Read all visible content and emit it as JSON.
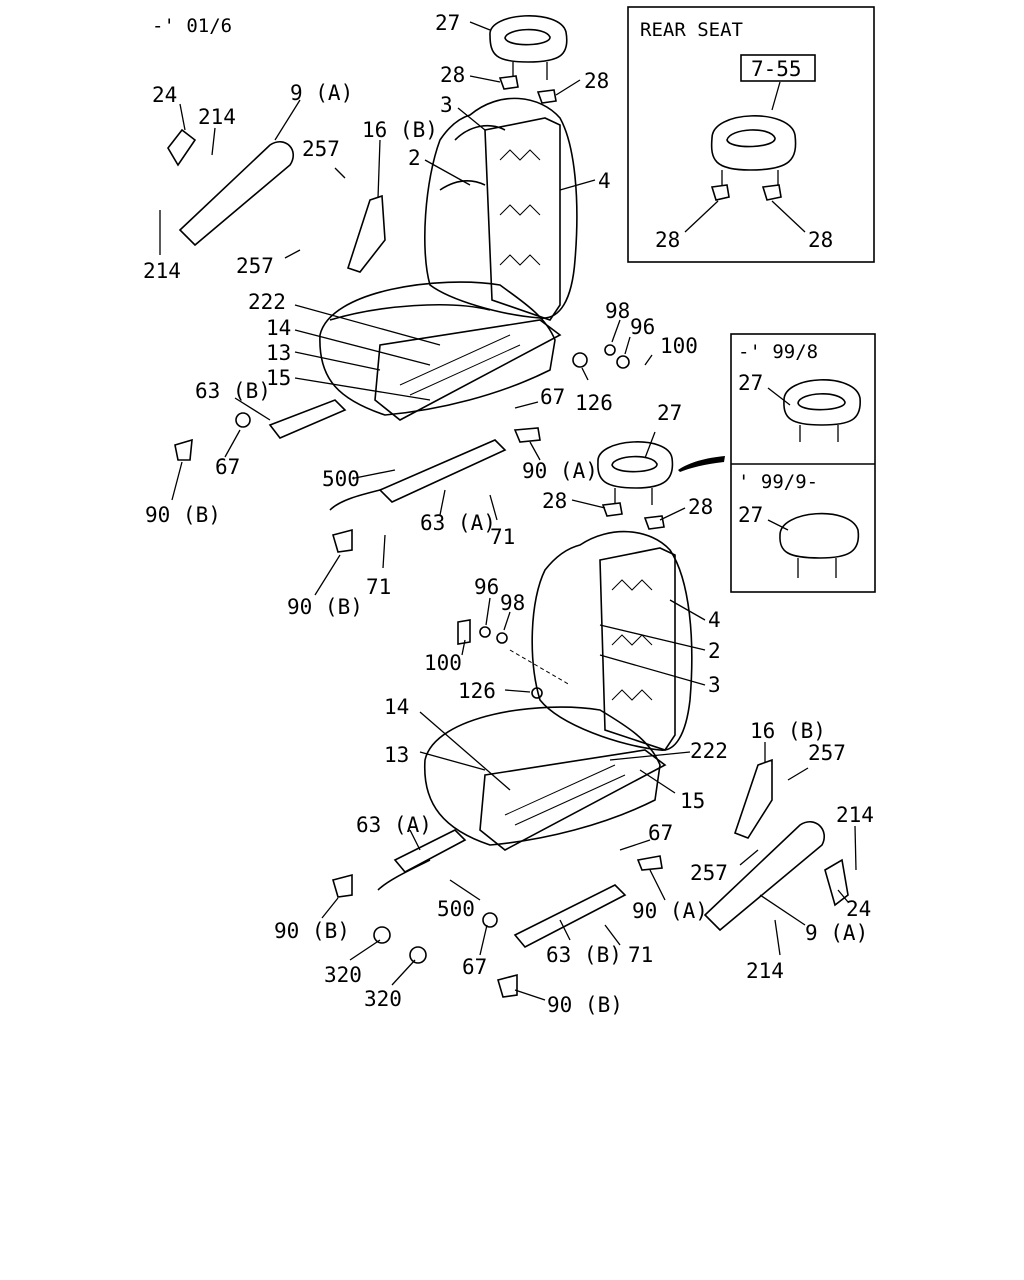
{
  "header": {
    "date_code": "-' 01/6"
  },
  "rear_seat_box": {
    "title": "REAR SEAT",
    "ref": "7-55",
    "labels": [
      "28",
      "28"
    ]
  },
  "inset_box": {
    "top_code": "-' 99/8",
    "top_label": "27",
    "bottom_code": "' 99/9-",
    "bottom_label": "27"
  },
  "callouts": {
    "c27a": "27",
    "c28a": "28",
    "c28b": "28",
    "c3a": "3",
    "c2a": "2",
    "c4a": "4",
    "c24a": "24",
    "c214a": "214",
    "c9Aa": "9 (A)",
    "c257a": "257",
    "c16Ba": "16 (B)",
    "c214b": "214",
    "c257b": "257",
    "c222a": "222",
    "c14a": "14",
    "c13a": "13",
    "c15a": "15",
    "c98a": "98",
    "c96a": "96",
    "c100a": "100",
    "c126a": "126",
    "c63Ba": "63 (B)",
    "c67a": "67",
    "c67b": "67",
    "c90Aa": "90 (A)",
    "c90Ba": "90 (B)",
    "c500a": "500",
    "c63Aa": "63 (A)",
    "c71a": "71",
    "c71b": "71",
    "c90Bb": "90 (B)",
    "c27b": "27",
    "c28c": "28",
    "c28d": "28",
    "c96b": "96",
    "c98b": "98",
    "c100b": "100",
    "c4b": "4",
    "c2b": "2",
    "c3b": "3",
    "c126b": "126",
    "c14b": "14",
    "c13b": "13",
    "c222b": "222",
    "c15b": "15",
    "c16Bb": "16 (B)",
    "c257c": "257",
    "c214c": "214",
    "c63Ab": "63 (A)",
    "c67c": "67",
    "c257d": "257",
    "c24b": "24",
    "c90Bc": "90 (B)",
    "c500b": "500",
    "c90Ab": "90 (A)",
    "c9Ab": "9 (A)",
    "c320a": "320",
    "c67d": "67",
    "c63Bb": "63 (B)",
    "c71c": "71",
    "c214d": "214",
    "c320b": "320",
    "c90Bd": "90 (B)"
  }
}
